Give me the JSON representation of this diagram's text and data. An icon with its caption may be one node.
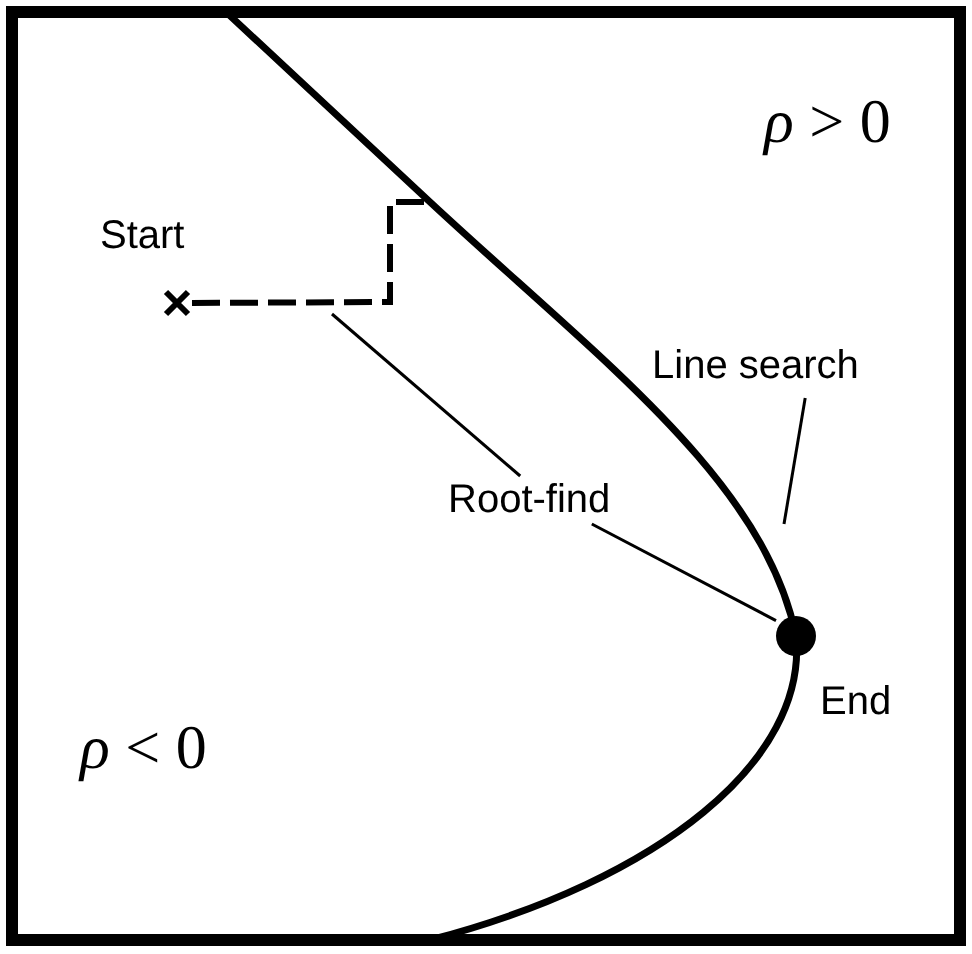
{
  "diagram": {
    "nodes": [
      {
        "text": [],
        "shape": "cross",
        "beside": [
          "Start"
        ]
      },
      {
        "text": [
          "Root-find"
        ]
      },
      {
        "text": [
          "Line search"
        ]
      },
      {
        "text": [],
        "shape": "circle",
        "beside": [
          "End"
        ]
      }
    ],
    "edges": [
      {
        "from": 0,
        "to": null,
        "arrow": "none",
        "style": "dashed"
      },
      {
        "from": 1,
        "to": null,
        "arrow": "none"
      },
      {
        "from": 1,
        "to": 3,
        "arrow": "none"
      },
      {
        "from": 2,
        "to": null,
        "arrow": "none"
      }
    ],
    "labels": [
      "*ρ* > 0",
      "*ρ* < 0"
    ]
  }
}
